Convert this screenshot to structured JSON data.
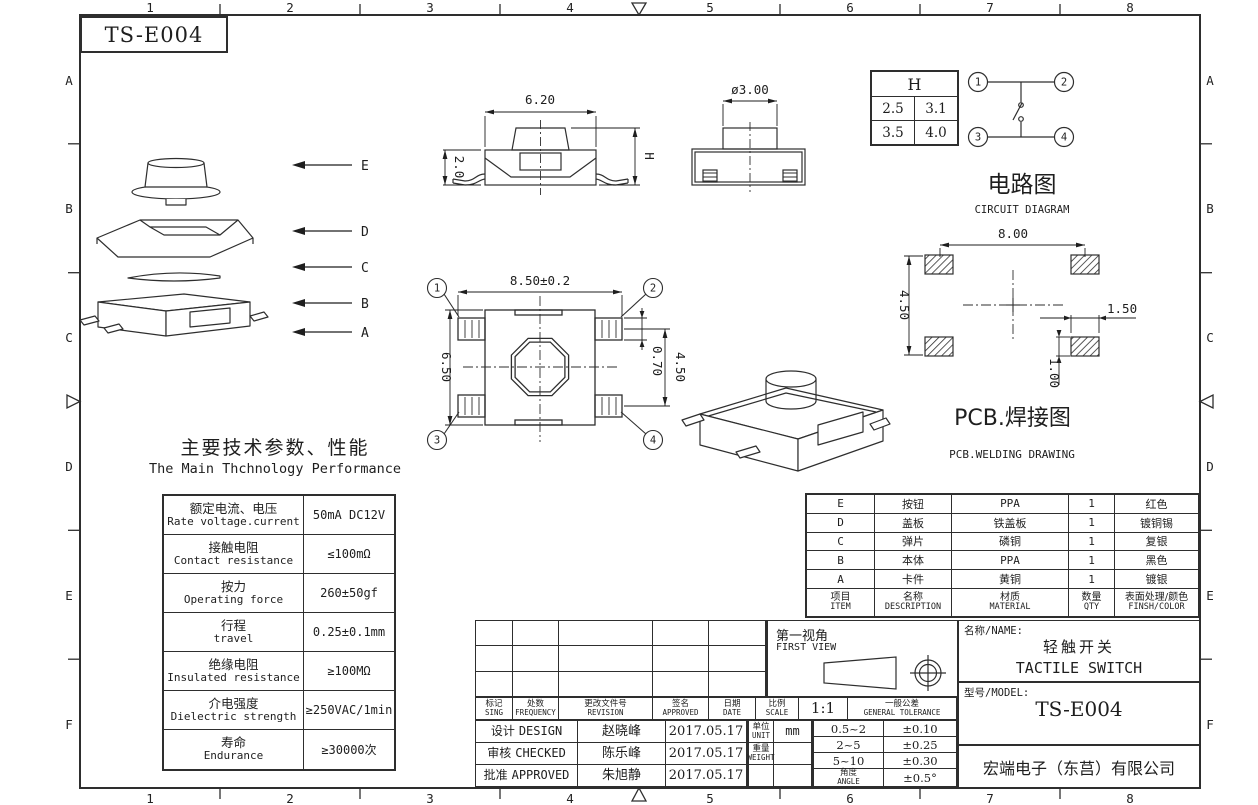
{
  "sheet": {
    "drawing_number": "TS-E004",
    "grid_columns": [
      "1",
      "2",
      "3",
      "4",
      "5",
      "6",
      "7",
      "8"
    ],
    "grid_rows": [
      "A",
      "B",
      "C",
      "D",
      "E",
      "F"
    ]
  },
  "exploded_view": {
    "labels": [
      "E",
      "D",
      "C",
      "B",
      "A"
    ]
  },
  "views": {
    "front": {
      "width": "6.20",
      "body_height": "2.0",
      "total_height": "H"
    },
    "side": {
      "button_dia": "ø3.00"
    },
    "top": {
      "width": "8.50±0.2",
      "depth": "6.50",
      "pin_width": "0.70",
      "pin_pitch": "4.50",
      "terminals": [
        "1",
        "2",
        "3",
        "4"
      ]
    }
  },
  "h_table": {
    "header": "H",
    "rows": [
      [
        "2.5",
        "3.1"
      ],
      [
        "3.5",
        "4.0"
      ]
    ]
  },
  "circuit_diagram": {
    "title_cn": "电路图",
    "title_en": "CIRCUIT DIAGRAM",
    "terminals": [
      "1",
      "2",
      "3",
      "4"
    ]
  },
  "pcb": {
    "title_cn": "PCB.焊接图",
    "title_en": "PCB.WELDING DRAWING",
    "pitch_x": "8.00",
    "pitch_y": "4.50",
    "pad_width": "1.50",
    "pad_height": "1.00"
  },
  "performance": {
    "title_cn": "主要技术参数、性能",
    "title_en": "The Main Thchnology Performance",
    "rows": [
      {
        "label_cn": "额定电流、电压",
        "label_en": "Rate voltage.current",
        "value": "50mA DC12V"
      },
      {
        "label_cn": "接触电阻",
        "label_en": "Contact resistance",
        "value": "≤100mΩ"
      },
      {
        "label_cn": "按力",
        "label_en": "Operating force",
        "value": "260±50gf"
      },
      {
        "label_cn": "行程",
        "label_en": "travel",
        "value": "0.25±0.1mm"
      },
      {
        "label_cn": "绝缘电阻",
        "label_en": "Insulated resistance",
        "value": "≥100MΩ"
      },
      {
        "label_cn": "介电强度",
        "label_en": "Dielectric strength",
        "value": "≥250VAC/1min"
      },
      {
        "label_cn": "寿命",
        "label_en": "Endurance",
        "value": "≥30000次"
      }
    ]
  },
  "bom": {
    "header": {
      "item_cn": "项目",
      "item_en": "ITEM",
      "desc_cn": "名称",
      "desc_en": "DESCRIPTION",
      "mat_cn": "材质",
      "mat_en": "MATERIAL",
      "qty_cn": "数量",
      "qty_en": "QTY",
      "fin_cn": "表面处理/颜色",
      "fin_en": "FINSH/COLOR"
    },
    "rows": [
      {
        "item": "E",
        "description": "按钮",
        "material": "PPA",
        "qty": "1",
        "finish": "红色"
      },
      {
        "item": "D",
        "description": "盖板",
        "material": "铁盖板",
        "qty": "1",
        "finish": "镀铜锡"
      },
      {
        "item": "C",
        "description": "弹片",
        "material": "磷铜",
        "qty": "1",
        "finish": "复银"
      },
      {
        "item": "B",
        "description": "本体",
        "material": "PPA",
        "qty": "1",
        "finish": "黑色"
      },
      {
        "item": "A",
        "description": "卡件",
        "material": "黄铜",
        "qty": "1",
        "finish": "镀银"
      }
    ]
  },
  "title_block": {
    "revision_cols": [
      {
        "cn": "标记",
        "en": "SING"
      },
      {
        "cn": "处数",
        "en": "FREQUENCY"
      },
      {
        "cn": "更改文件号",
        "en": "REVISION"
      },
      {
        "cn": "签名",
        "en": "APPROVED"
      },
      {
        "cn": "日期",
        "en": "DATE"
      }
    ],
    "scale": {
      "label_cn": "比例",
      "label_en": "SCALE",
      "value": "1:1"
    },
    "first_view": {
      "cn": "第一视角",
      "en": "FIRST VIEW"
    },
    "signoff": [
      {
        "role_cn": "设计",
        "role_en": "DESIGN",
        "name": "赵晓峰",
        "date": "2017.05.17"
      },
      {
        "role_cn": "审核",
        "role_en": "CHECKED",
        "name": "陈乐峰",
        "date": "2017.05.17"
      },
      {
        "role_cn": "批准",
        "role_en": "APPROVED",
        "name": "朱旭静",
        "date": "2017.05.17"
      }
    ],
    "unit": {
      "label_cn": "单位",
      "label_en": "UNIT",
      "value": "mm"
    },
    "weight": {
      "label_cn": "重量",
      "label_en": "WEIGHT",
      "value": ""
    },
    "general_tolerance": {
      "label_cn": "一般公差",
      "label_en": "GENERAL TOLERANCE",
      "rows": [
        [
          "0.5~2",
          "±0.10"
        ],
        [
          "2~5",
          "±0.25"
        ],
        [
          "5~10",
          "±0.30"
        ]
      ],
      "angle_label_cn": "角度",
      "angle_label_en": "ANGLE",
      "angle_tol": "±0.5°"
    },
    "name": {
      "label": "名称/NAME:",
      "cn": "轻触开关",
      "en": "TACTILE SWITCH"
    },
    "model": {
      "label": "型号/MODEL:",
      "value": "TS-E004"
    },
    "company": "宏端电子（东莒）有限公司"
  }
}
